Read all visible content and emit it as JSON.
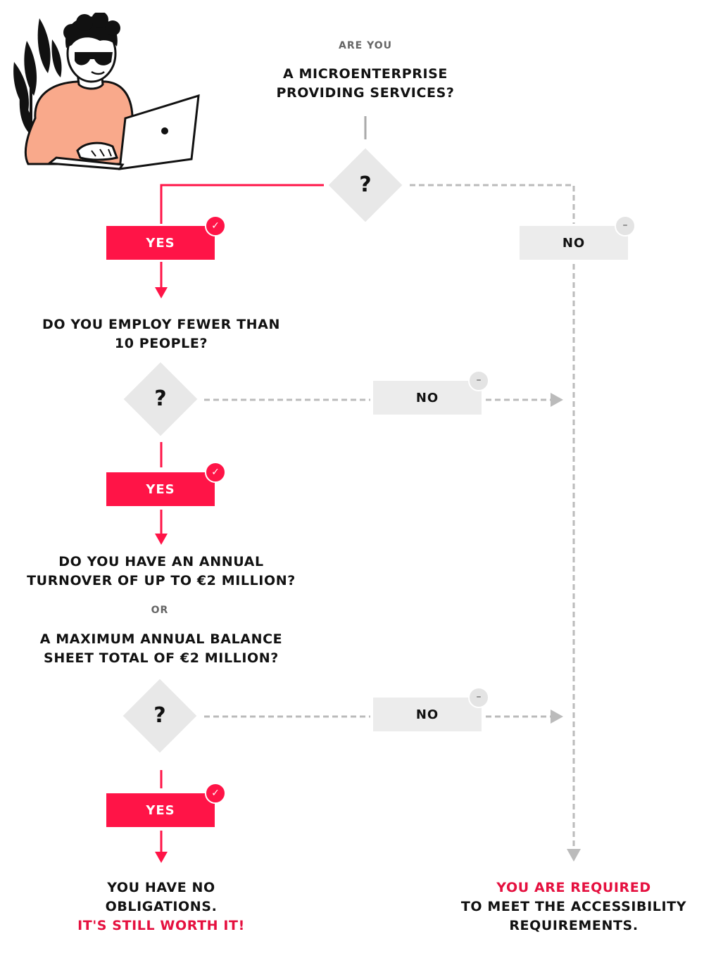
{
  "colors": {
    "accent": "#ff1447",
    "neutral": "#ececec",
    "dashed_line": "#bbbbbb",
    "text": "#111111"
  },
  "step1": {
    "pre_label": "ARE YOU",
    "question": "A MICROENTERPRISE PROVIDING SERVICES?",
    "decision_symbol": "?",
    "yes_label": "YES",
    "no_label": "NO"
  },
  "step2": {
    "question": "DO YOU EMPLOY FEWER THAN 10 PEOPLE?",
    "decision_symbol": "?",
    "yes_label": "YES",
    "no_label": "NO"
  },
  "step3": {
    "question_a": "DO YOU HAVE AN ANNUAL TURNOVER OF UP TO €2 MILLION?",
    "or_label": "OR",
    "question_b": "A MAXIMUM ANNUAL BALANCE SHEET TOTAL OF €2 MILLION?",
    "decision_symbol": "?",
    "yes_label": "YES",
    "no_label": "NO"
  },
  "result_yes": {
    "line1": "YOU HAVE NO OBLIGATIONS.",
    "line2": "IT'S STILL WORTH IT!"
  },
  "result_no": {
    "line1": "YOU ARE REQUIRED",
    "line2": "TO MEET THE ACCESSIBILITY REQUIREMENTS."
  },
  "icons": {
    "yes_badge": "✓",
    "no_badge": "–"
  }
}
